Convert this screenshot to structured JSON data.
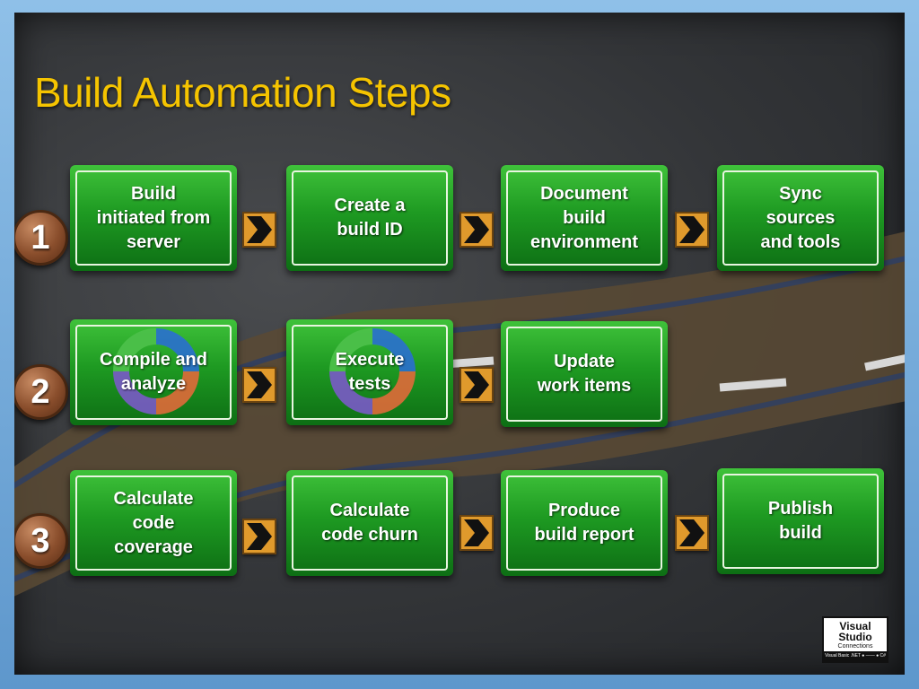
{
  "title": "Build Automation Steps",
  "rows": [
    {
      "number": "1",
      "steps": [
        {
          "label": "Build\ninitiated from\nserver",
          "icon": null
        },
        {
          "label": "Create a\nbuild ID",
          "icon": null
        },
        {
          "label": "Document\nbuild\nenvironment",
          "icon": null
        },
        {
          "label": "Sync\nsources\nand tools",
          "icon": null
        }
      ]
    },
    {
      "number": "2",
      "steps": [
        {
          "label": "Compile and\nanalyze",
          "icon": "cycle-arrows-icon"
        },
        {
          "label": "Execute\ntests",
          "icon": "cycle-arrows-icon"
        },
        {
          "label": "Update\nwork items",
          "icon": null
        }
      ]
    },
    {
      "number": "3",
      "steps": [
        {
          "label": "Calculate\ncode\ncoverage",
          "icon": null
        },
        {
          "label": "Calculate\ncode churn",
          "icon": null
        },
        {
          "label": "Produce\nbuild report",
          "icon": null
        },
        {
          "label": "Publish\nbuild",
          "icon": null
        }
      ]
    }
  ],
  "logo": {
    "line1": "Visual",
    "line2": "Studio",
    "line3": "Connections",
    "footer": "Visual Basic .NET ● —— ● C#"
  },
  "colors": {
    "title": "#f5c400",
    "box_green": "#1e9a22",
    "arrow_orange": "#e09a2c",
    "badge_brown": "#8a4e2c"
  }
}
